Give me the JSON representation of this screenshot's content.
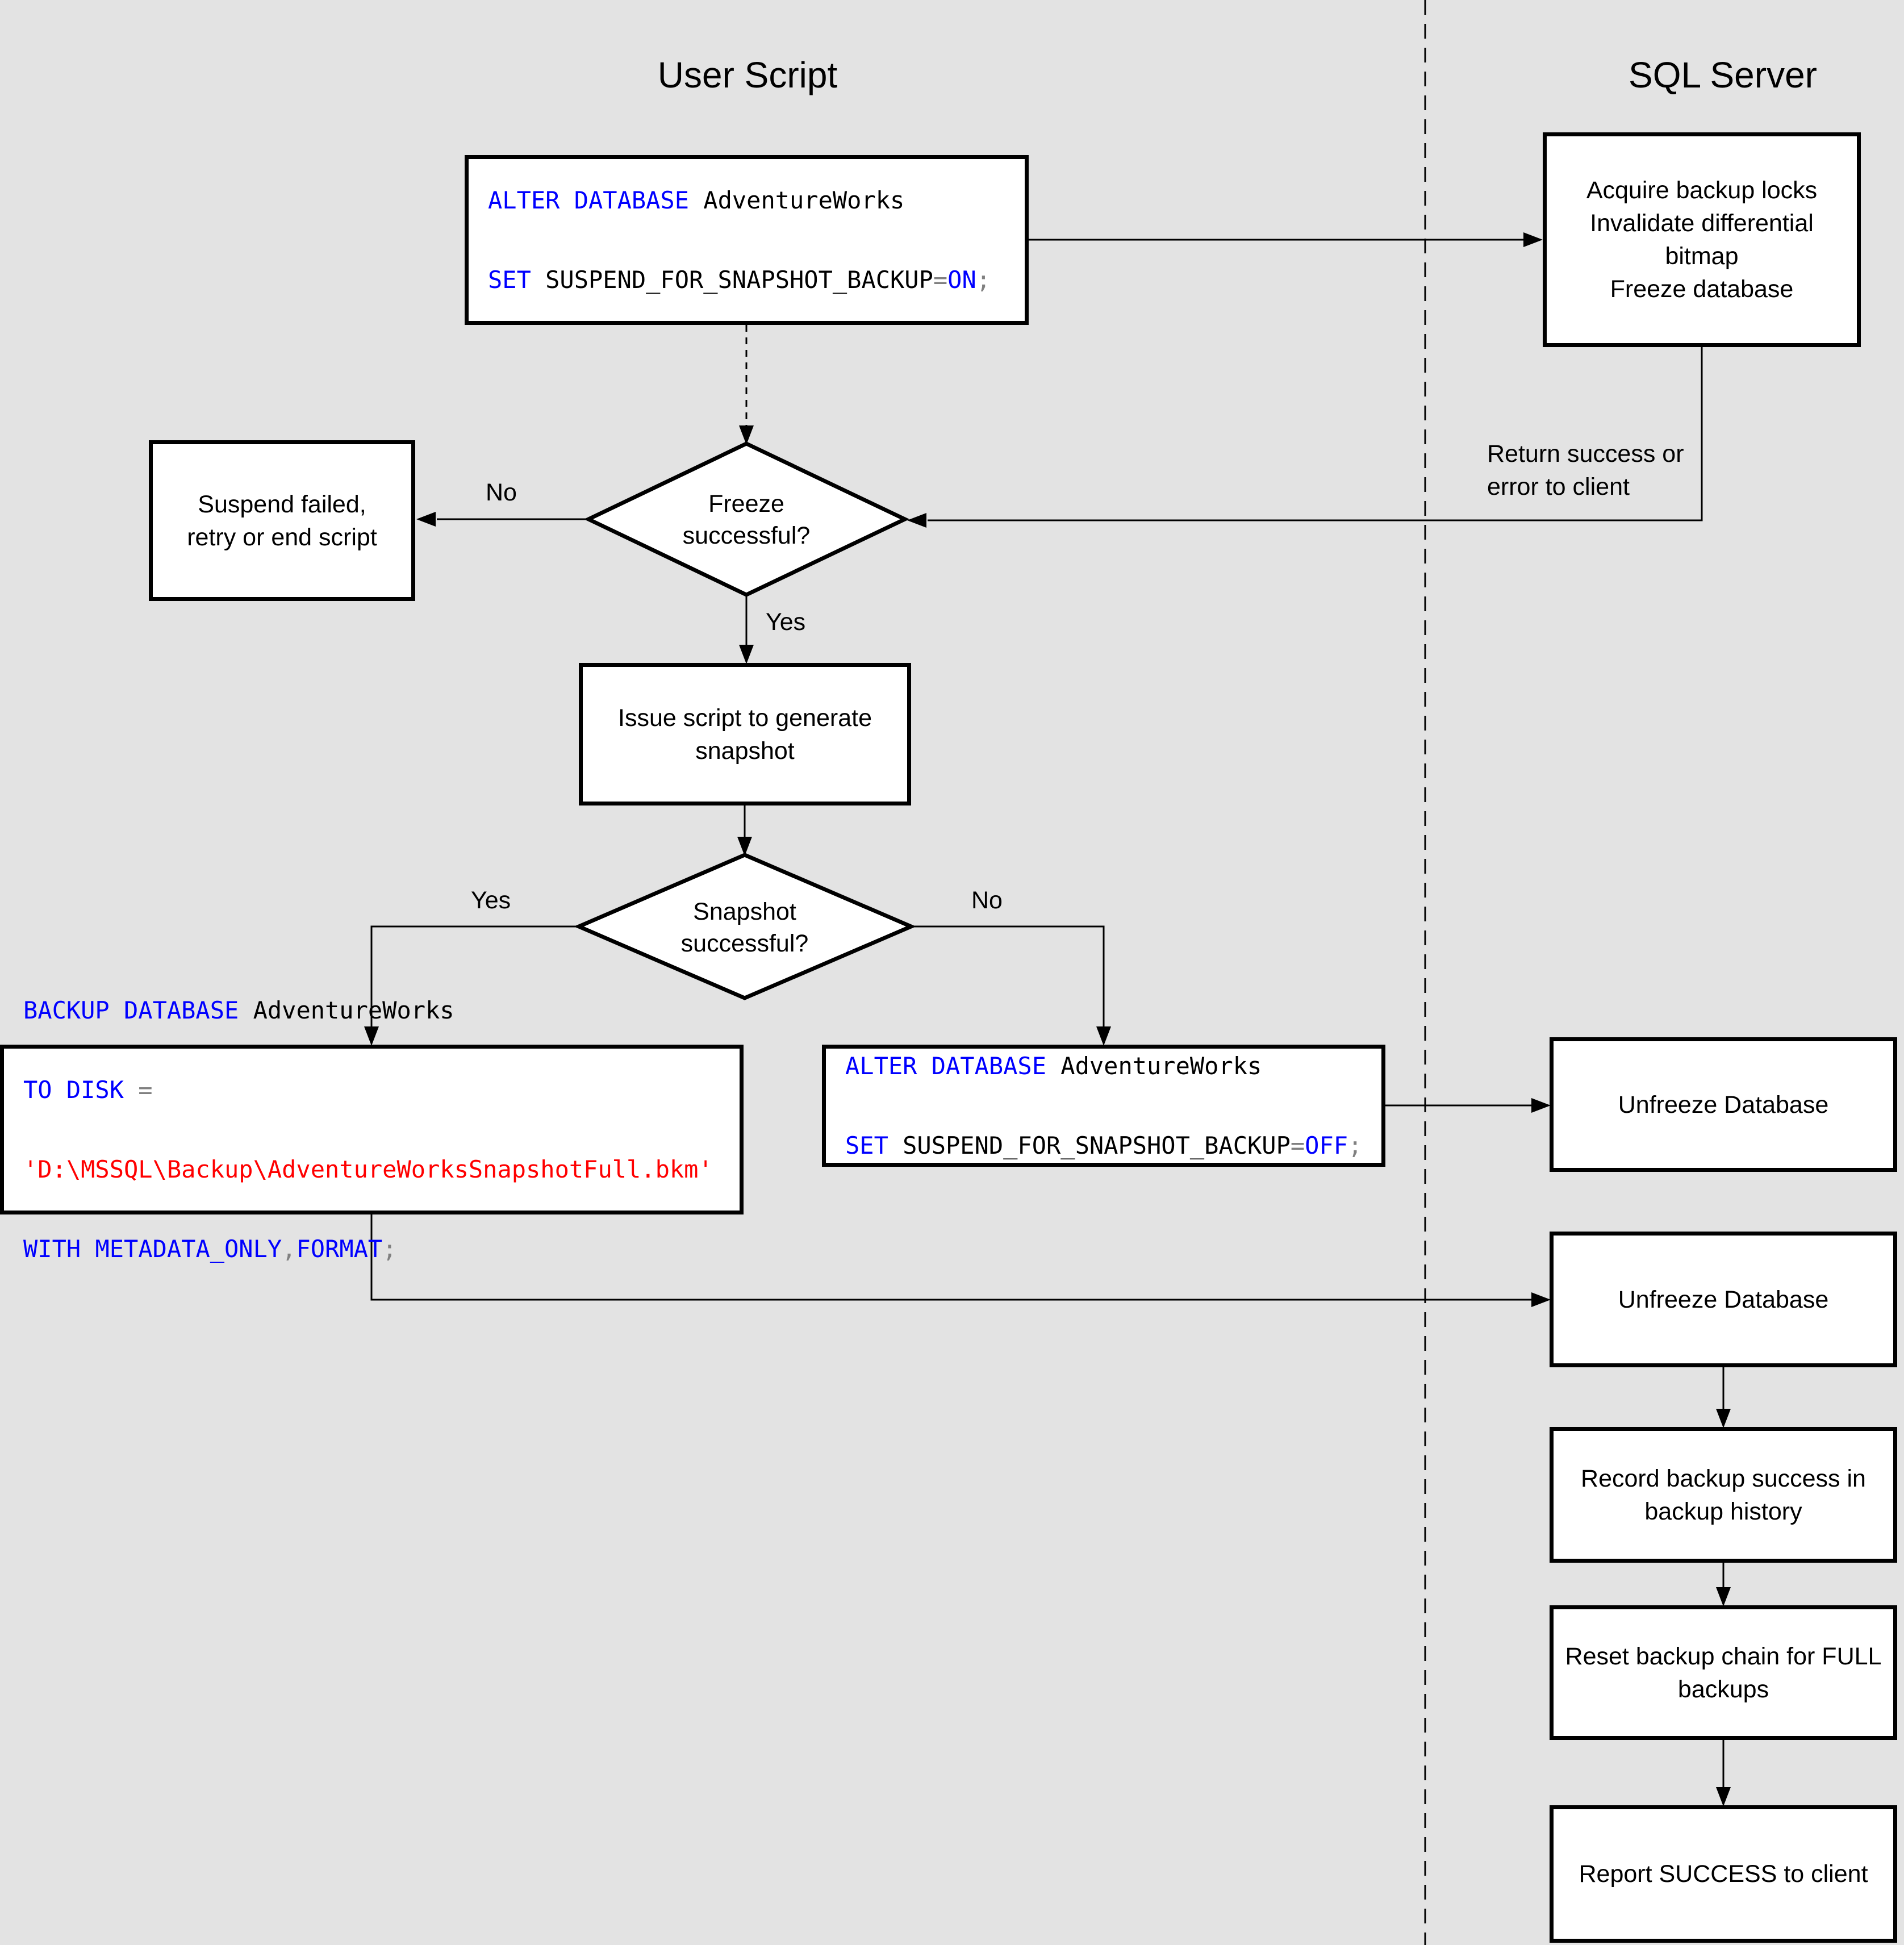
{
  "titles": {
    "left": "User Script",
    "right": "SQL Server"
  },
  "nodes": {
    "sql_on": {
      "kw1": "ALTER DATABASE",
      "id1": " AdventureWorks",
      "kw2": "SET",
      "id2": " SUSPEND_FOR_SNAPSHOT_BACKUP",
      "op1": "=",
      "kw3": "ON",
      "op2": ";"
    },
    "acquire": {
      "text": "Acquire backup locks\nInvalidate differential\nbitmap\nFreeze database"
    },
    "suspend": {
      "text": "Suspend failed,\nretry or end script"
    },
    "freeze_decision": {
      "text": "Freeze\nsuccessful?"
    },
    "issue": {
      "text": "Issue script to generate\nsnapshot"
    },
    "snapshot_decision": {
      "text": "Snapshot\nsuccessful?"
    },
    "sql_backup": {
      "kw1": "BACKUP DATABASE",
      "id1": " AdventureWorks",
      "kw2": "TO DISK",
      "op1": " =",
      "str1": "'D:\\MSSQL\\Backup\\AdventureWorksSnapshotFull.bkm'",
      "kw3": "WITH",
      "kw4": " METADATA_ONLY",
      "op2": ",",
      "kw5": "FORMAT",
      "op3": ";"
    },
    "sql_off": {
      "kw1": "ALTER DATABASE",
      "id1": " AdventureWorks",
      "kw2": "SET",
      "id2": " SUSPEND_FOR_SNAPSHOT_BACKUP",
      "op1": "=",
      "kw3": "OFF",
      "op2": ";"
    },
    "unfreeze1": {
      "text": "Unfreeze Database"
    },
    "unfreeze2": {
      "text": "Unfreeze Database"
    },
    "record": {
      "text": "Record backup success in\nbackup history"
    },
    "reset": {
      "text": "Reset backup chain for FULL\nbackups"
    },
    "report": {
      "text": "Report SUCCESS to client"
    }
  },
  "edge_labels": {
    "freeze_no": "No",
    "freeze_yes": "Yes",
    "snapshot_yes": "Yes",
    "snapshot_no": "No",
    "return_note": "Return success or\nerror to client"
  },
  "colors": {
    "background": "#e3e3e3",
    "node_fill": "#ffffff",
    "line": "#000000",
    "sql_keyword": "#0000ff",
    "sql_identifier": "#000000",
    "sql_operator": "#808080",
    "sql_string": "#ff0000"
  }
}
